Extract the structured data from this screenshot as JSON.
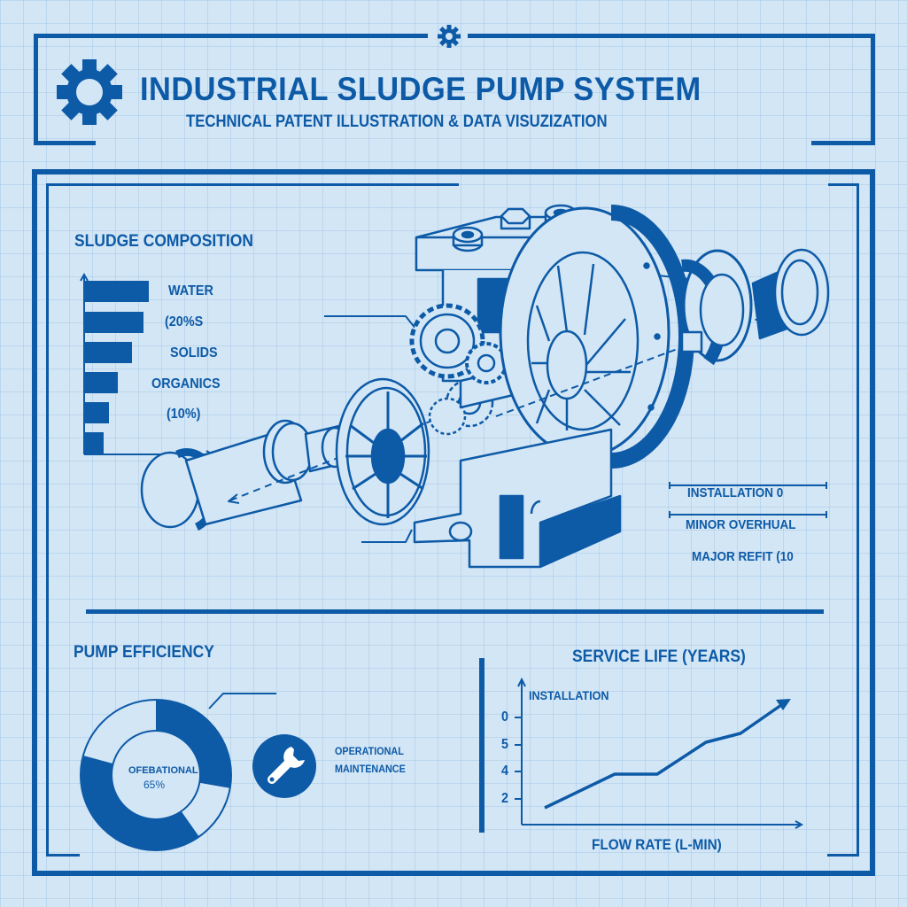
{
  "header": {
    "title": "INDUSTRIAL SLUDGE PUMP SYSTEM",
    "subtitle": "TECHNICAL PATENT ILLUSTRATION & DATA VISUZIZATION",
    "icons": [
      "gear-icon",
      "small-gear-icon"
    ]
  },
  "colors": {
    "primary": "#0d5aa7",
    "background": "#d3e6f5",
    "grid": "#a9c9e6"
  },
  "composition": {
    "title": "SLUDGE COMPOSITION",
    "labels": [
      "WATER",
      "(20%S",
      "SOLIDS",
      "ORGANICS",
      "(10%)"
    ]
  },
  "illustration": {
    "name": "exploded sludge pump assembly",
    "callouts": [
      "INSTALLATION  0",
      "MINOR OVERHUAL",
      "MAJOR REFIT  (10"
    ]
  },
  "efficiency": {
    "title": "PUMP EFFICIENCY",
    "center_label": "OFEBATIONAL",
    "center_value": "65%",
    "legend_line1": "OPERATIONAL",
    "legend_line2": "MAINTENANCE",
    "icon": "wrench-icon"
  },
  "service": {
    "title": "SERVICE LIFE (YEARS)",
    "series_label": "INSTALLATION",
    "xlabel": "FLOW RATE (L-MIN)",
    "yticks": [
      "0",
      "5",
      "4",
      "2"
    ]
  },
  "chart_data": [
    {
      "type": "bar",
      "orientation": "horizontal",
      "title": "SLUDGE COMPOSITION",
      "categories": [
        "WATER",
        "(20%S",
        "SOLIDS",
        "ORGANICS",
        "(10%)",
        ""
      ],
      "values": [
        73,
        67,
        54,
        38,
        28,
        22
      ],
      "xlabel": "",
      "ylabel": "",
      "grid": false
    },
    {
      "type": "pie",
      "variant": "donut",
      "title": "PUMP EFFICIENCY",
      "center_text": "OFEBATIONAL 65%",
      "segments": [
        {
          "label": "segment-1 (filled)",
          "start_deg": 0,
          "end_deg": 100,
          "filled": true
        },
        {
          "label": "segment-2 (empty)",
          "start_deg": 100,
          "end_deg": 145,
          "filled": false
        },
        {
          "label": "segment-3 (filled)",
          "start_deg": 145,
          "end_deg": 285,
          "filled": true
        },
        {
          "label": "segment-4 (empty)",
          "start_deg": 285,
          "end_deg": 360,
          "filled": false
        }
      ],
      "legend": [
        "OPERATIONAL",
        "MAINTENANCE"
      ]
    },
    {
      "type": "line",
      "title": "SERVICE LIFE (YEARS)",
      "xlabel": "FLOW RATE (L-MIN)",
      "ylabel": "",
      "series": [
        {
          "name": "INSTALLATION",
          "x": [
            1,
            2.6,
            3.6,
            4.7,
            5.5,
            6.6
          ],
          "y": [
            1.7,
            2.9,
            2.9,
            4.1,
            4.4,
            5.6
          ]
        }
      ],
      "ytick_labels": [
        "0",
        "5",
        "4",
        "2"
      ],
      "ytick_positions_top_to_bottom": [
        4,
        3,
        2,
        1
      ],
      "end_arrow": true,
      "grid": false
    }
  ]
}
